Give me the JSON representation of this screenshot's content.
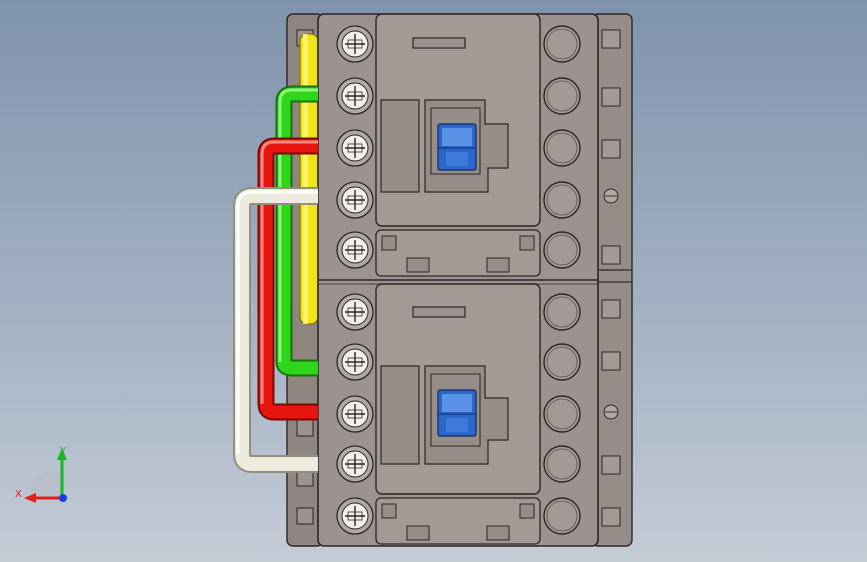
{
  "viewport": {
    "background_top": "#7f93ac",
    "background_bottom": "#c4ccd6"
  },
  "model": {
    "body_color": "#9c9390",
    "body_dark": "#8a807c",
    "edge_color": "#2b2624",
    "terminal_face": "#f2f0ec",
    "actuator_color": "#2a67c8",
    "actuator_light": "#5a93e6"
  },
  "wires": [
    {
      "name": "yellow",
      "color": "#f2e21a",
      "shade": "#b9ac08"
    },
    {
      "name": "green",
      "color": "#2fd51a",
      "shade": "#1a8f0c"
    },
    {
      "name": "red",
      "color": "#e8160e",
      "shade": "#9a0c06"
    },
    {
      "name": "white",
      "color": "#ecebdd",
      "shade": "#a9a896"
    }
  ],
  "triad": {
    "x_label": "X",
    "y_label": "Y",
    "x_color": "#e0201a",
    "y_color": "#19b52a",
    "z_color": "#1a3ee6"
  }
}
